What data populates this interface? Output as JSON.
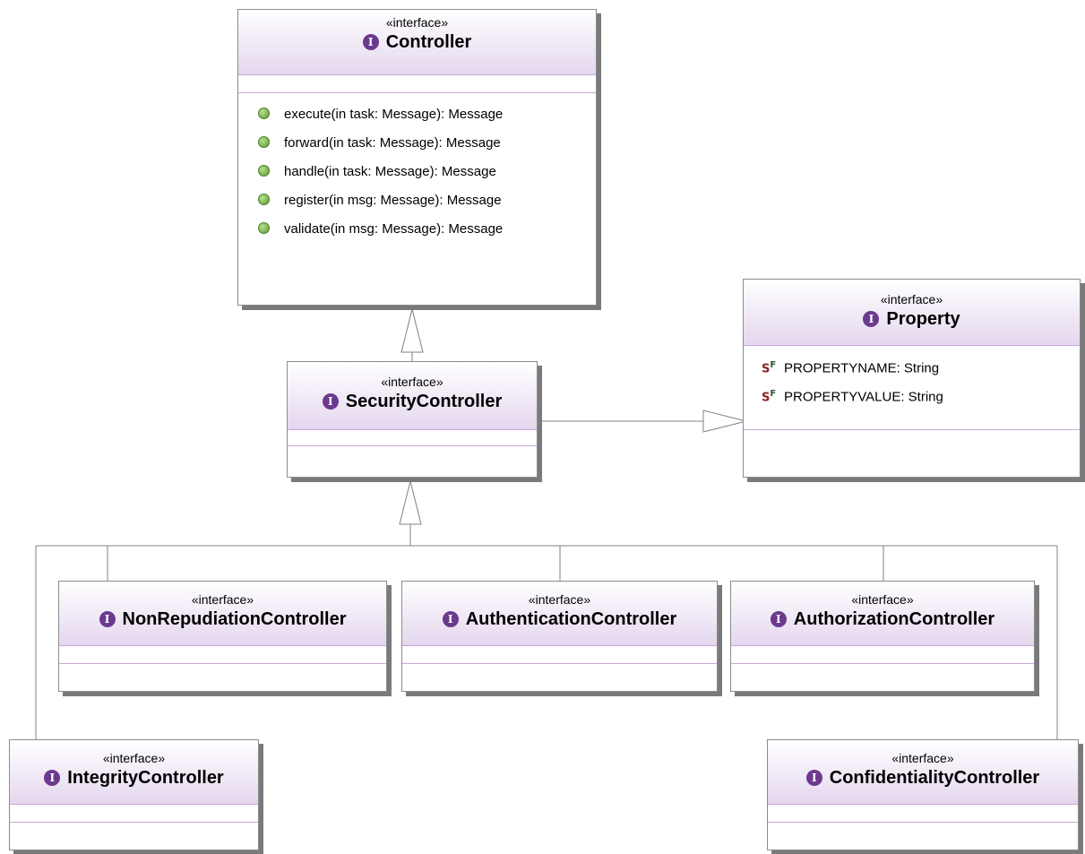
{
  "stereotype": "«interface»",
  "interfaces": {
    "controller": {
      "name": "Controller",
      "operations": [
        "execute(in task: Message): Message",
        "forward(in task: Message): Message",
        "handle(in task: Message): Message",
        "register(in msg: Message): Message",
        "validate(in msg: Message): Message"
      ]
    },
    "property": {
      "name": "Property",
      "attributes": [
        "PROPERTYNAME: String",
        "PROPERTYVALUE: String"
      ]
    },
    "security_controller": {
      "name": "SecurityController"
    },
    "non_repudiation_controller": {
      "name": "NonRepudiationController"
    },
    "authentication_controller": {
      "name": "AuthenticationController"
    },
    "authorization_controller": {
      "name": "AuthorizationController"
    },
    "integrity_controller": {
      "name": "IntegrityController"
    },
    "confidentiality_controller": {
      "name": "ConfidentialityController"
    }
  },
  "icons": {
    "interface_icon": "interface-icon",
    "operation_icon": "public-operation-icon",
    "attribute_icon": "static-final-field-icon"
  },
  "colors": {
    "header_gradient_end": "#e4d7ee",
    "interface_icon": "#6b3a8e",
    "operation_dot": "#5c9a2e",
    "border": "#8c8c8c"
  }
}
